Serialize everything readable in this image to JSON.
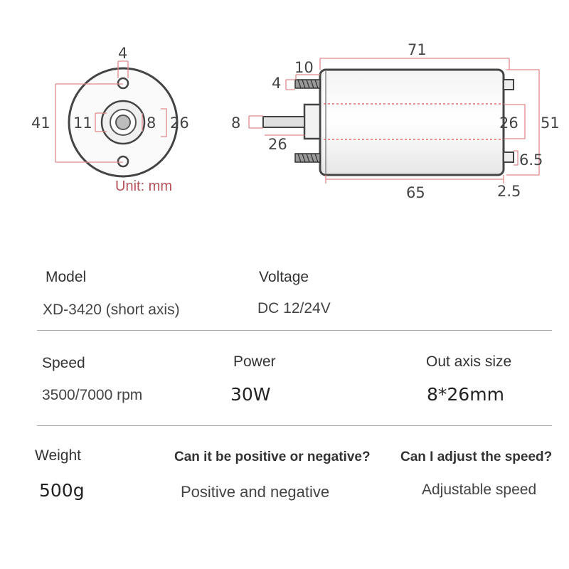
{
  "drawing": {
    "front": {
      "hole_dim": "4",
      "outer_dim": "41",
      "boss_dim": "11",
      "shaft_dim": "8",
      "inner_dim": "26"
    },
    "side": {
      "total_length": "71",
      "stud_offset": "10",
      "stud_dim": "4",
      "shaft_dim": "8",
      "shaft_length": "26",
      "boss_dim": "26",
      "body_dia": "51",
      "terminal_dim": "6.5",
      "body_length": "65",
      "terminal_offset": "2.5"
    },
    "unit_label": "Unit: mm",
    "colors": {
      "dimension_line": "#e08a8a",
      "body_outline": "#555555",
      "centerline": "#e05050"
    }
  },
  "specs": {
    "model": {
      "label": "Model",
      "value": "XD-3420 (short axis)"
    },
    "voltage": {
      "label": "Voltage",
      "value": "DC 12/24V"
    },
    "speed": {
      "label": "Speed",
      "value": "3500/7000 rpm"
    },
    "power": {
      "label": "Power",
      "value": "30W"
    },
    "out_axis": {
      "label": "Out axis size",
      "value": "8*26mm"
    },
    "weight": {
      "label": "Weight",
      "value": "500g"
    },
    "polarity": {
      "label": "Can it be positive or negative?",
      "value": "Positive and negative"
    },
    "speed_adjust": {
      "label": "Can I adjust the speed?",
      "value": "Adjustable speed"
    }
  }
}
